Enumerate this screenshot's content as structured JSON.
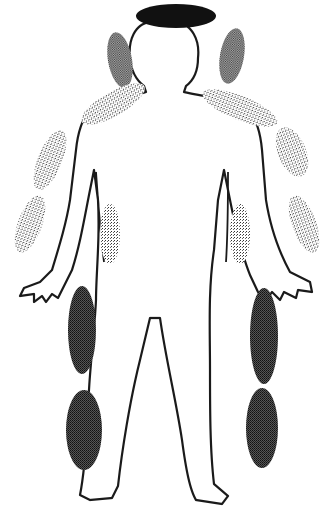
{
  "figure": {
    "background": "#ffffff",
    "outline_color": "#1a1a1a",
    "shade_colors": {
      "black": "#111111",
      "dark": "#4a4a4a",
      "medium": "#8a8a8a",
      "light": "#bdbdbd"
    },
    "regions": [
      {
        "id": "crown",
        "shade": "black"
      },
      {
        "id": "left-head-side",
        "shade": "medium"
      },
      {
        "id": "right-head-side",
        "shade": "medium"
      },
      {
        "id": "left-shoulder",
        "shade": "light"
      },
      {
        "id": "right-shoulder",
        "shade": "light"
      },
      {
        "id": "left-upper-arm-outer",
        "shade": "light"
      },
      {
        "id": "right-upper-arm-outer",
        "shade": "light"
      },
      {
        "id": "left-forearm-outer",
        "shade": "light"
      },
      {
        "id": "right-forearm-outer",
        "shade": "light"
      },
      {
        "id": "left-flank",
        "shade": "light"
      },
      {
        "id": "right-flank",
        "shade": "light"
      },
      {
        "id": "left-thigh",
        "shade": "dark"
      },
      {
        "id": "right-thigh",
        "shade": "dark"
      },
      {
        "id": "left-lower-leg",
        "shade": "dark"
      },
      {
        "id": "right-lower-leg",
        "shade": "dark"
      }
    ]
  }
}
